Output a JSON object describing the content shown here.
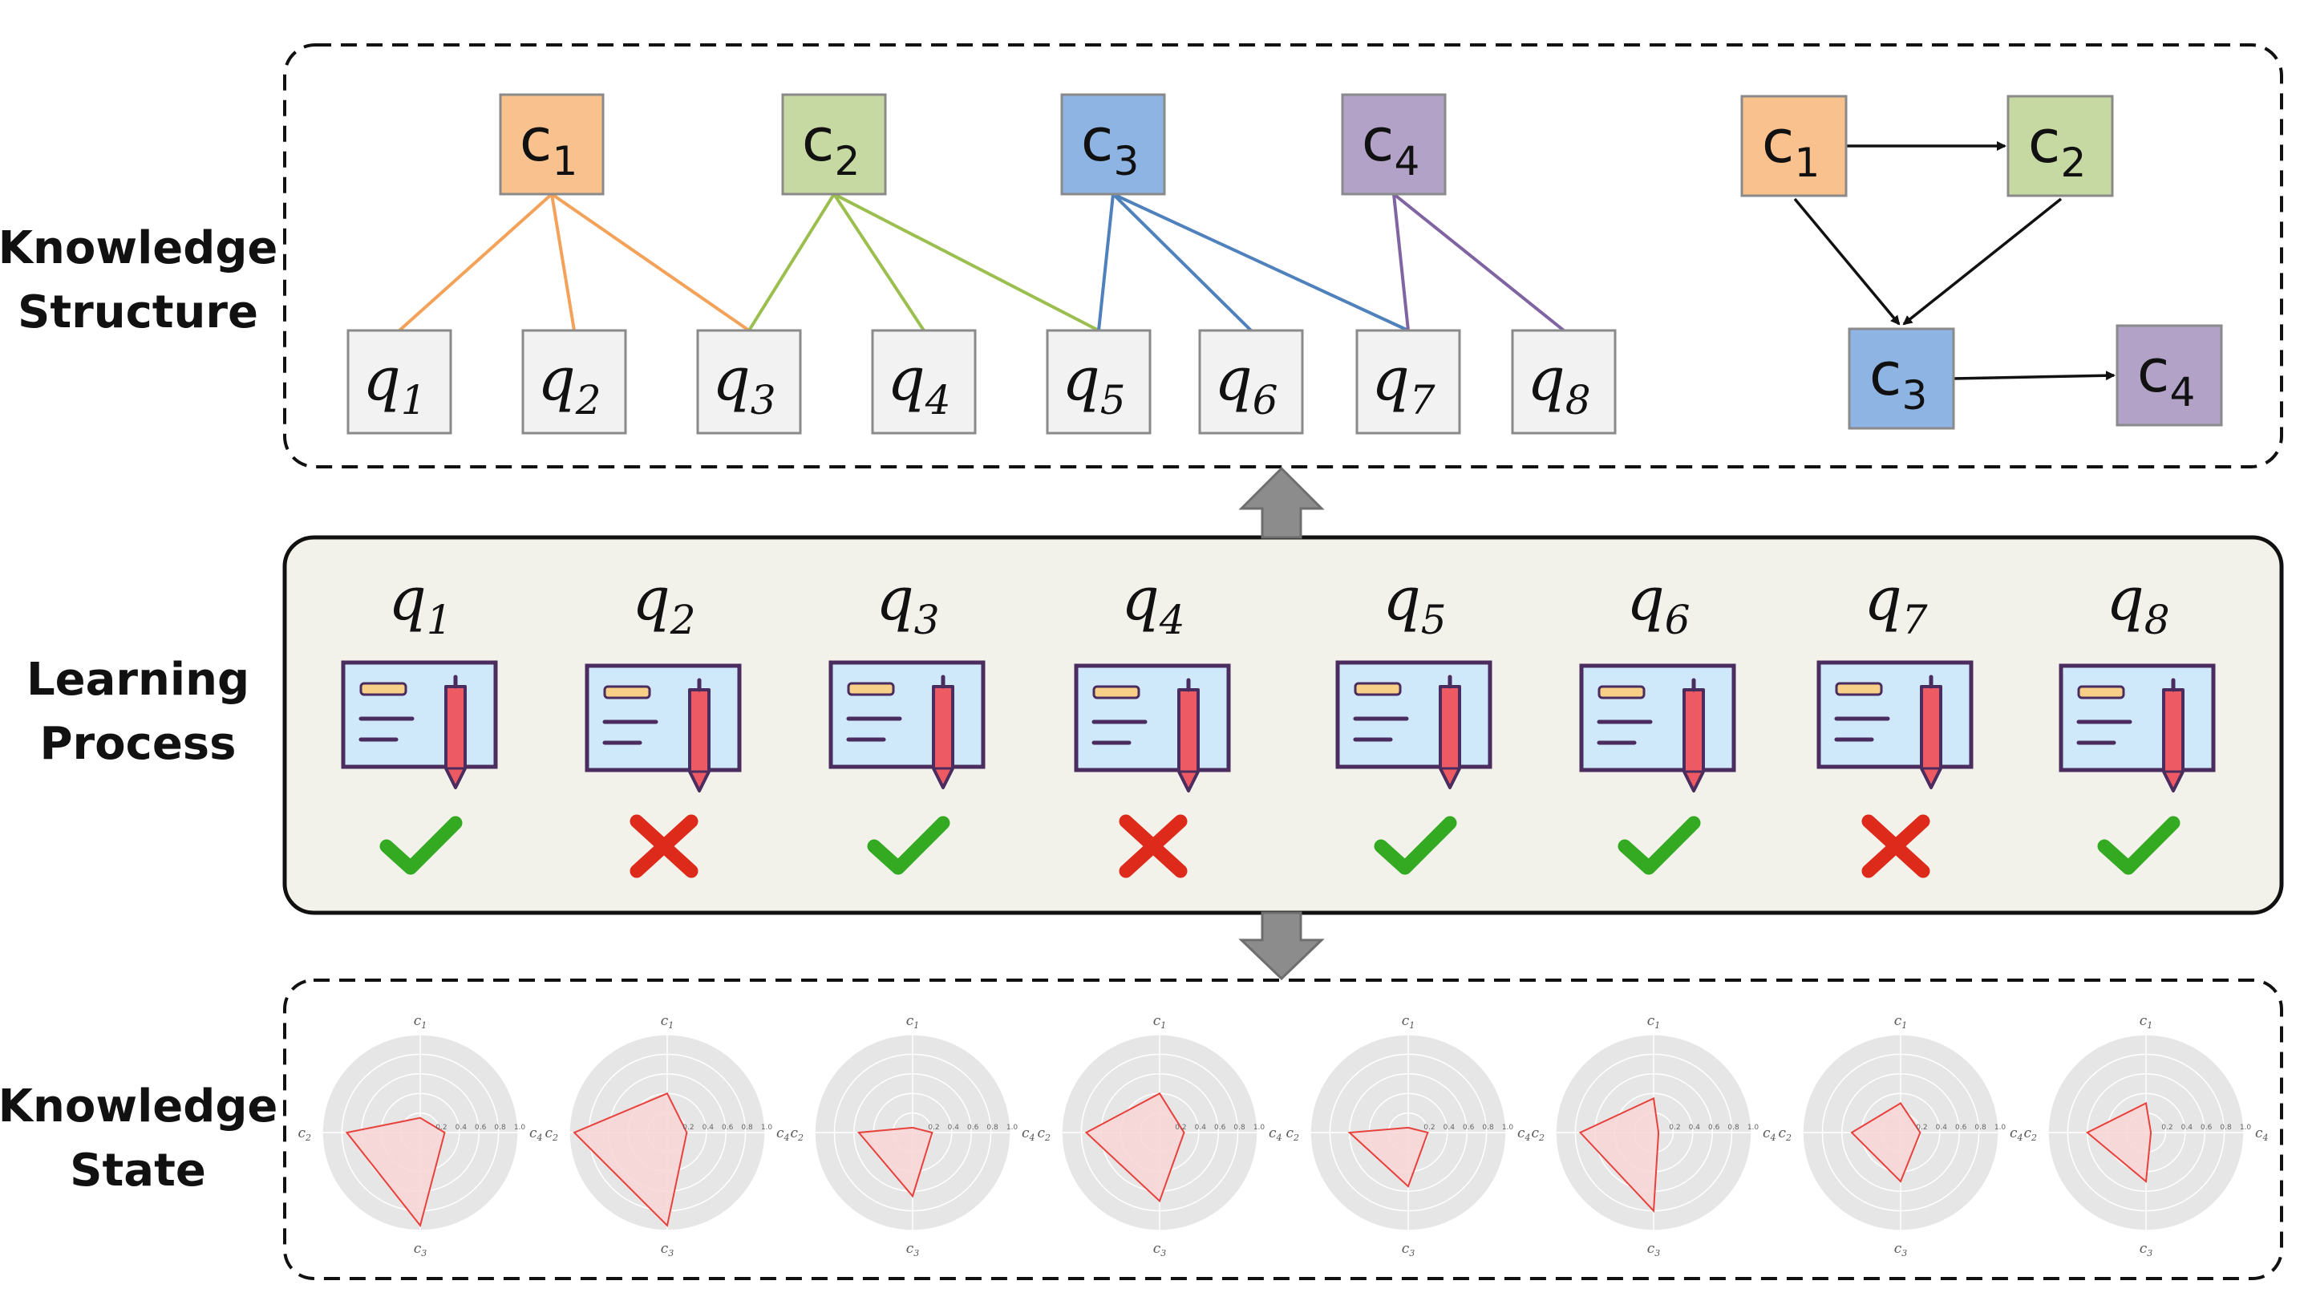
{
  "sections": {
    "knowledge_structure": [
      "Knowledge",
      "Structure"
    ],
    "learning_process": [
      "Learning",
      "Process"
    ],
    "knowledge_state": [
      "Knowledge",
      "State"
    ]
  },
  "concepts": [
    {
      "id": "c1",
      "base": "c",
      "sub": "1",
      "color": "#f8c18e"
    },
    {
      "id": "c2",
      "base": "c",
      "sub": "2",
      "color": "#c6d9a2"
    },
    {
      "id": "c3",
      "base": "c",
      "sub": "3",
      "color": "#8db4e2"
    },
    {
      "id": "c4",
      "base": "c",
      "sub": "4",
      "color": "#b3a2c7"
    }
  ],
  "questions": [
    {
      "id": "q1",
      "base": "q",
      "sub": "1"
    },
    {
      "id": "q2",
      "base": "q",
      "sub": "2"
    },
    {
      "id": "q3",
      "base": "q",
      "sub": "3"
    },
    {
      "id": "q4",
      "base": "q",
      "sub": "4"
    },
    {
      "id": "q5",
      "base": "q",
      "sub": "5"
    },
    {
      "id": "q6",
      "base": "q",
      "sub": "6"
    },
    {
      "id": "q7",
      "base": "q",
      "sub": "7"
    },
    {
      "id": "q8",
      "base": "q",
      "sub": "8"
    }
  ],
  "concept_question_links": [
    {
      "concept": "c1",
      "question": "q1",
      "color": "#f4a259"
    },
    {
      "concept": "c1",
      "question": "q2",
      "color": "#f4a259"
    },
    {
      "concept": "c1",
      "question": "q3",
      "color": "#f4a259"
    },
    {
      "concept": "c2",
      "question": "q3",
      "color": "#9bbf4f"
    },
    {
      "concept": "c2",
      "question": "q4",
      "color": "#9bbf4f"
    },
    {
      "concept": "c2",
      "question": "q5",
      "color": "#9bbf4f"
    },
    {
      "concept": "c3",
      "question": "q5",
      "color": "#4f81bd"
    },
    {
      "concept": "c3",
      "question": "q6",
      "color": "#4f81bd"
    },
    {
      "concept": "c3",
      "question": "q7",
      "color": "#4f81bd"
    },
    {
      "concept": "c4",
      "question": "q7",
      "color": "#8064a2"
    },
    {
      "concept": "c4",
      "question": "q8",
      "color": "#8064a2"
    }
  ],
  "prerequisite_edges": [
    {
      "from": "c1",
      "to": "c2"
    },
    {
      "from": "c1",
      "to": "c3"
    },
    {
      "from": "c2",
      "to": "c3"
    },
    {
      "from": "c3",
      "to": "c4"
    }
  ],
  "responses": [
    {
      "question": "q1",
      "result": "correct"
    },
    {
      "question": "q2",
      "result": "incorrect"
    },
    {
      "question": "q3",
      "result": "correct"
    },
    {
      "question": "q4",
      "result": "incorrect"
    },
    {
      "question": "q5",
      "result": "correct"
    },
    {
      "question": "q6",
      "result": "correct"
    },
    {
      "question": "q7",
      "result": "incorrect"
    },
    {
      "question": "q8",
      "result": "correct"
    }
  ],
  "radar": {
    "axis_labels": [
      {
        "base": "c",
        "sub": "1"
      },
      {
        "base": "c",
        "sub": "4"
      },
      {
        "base": "c",
        "sub": "3"
      },
      {
        "base": "c",
        "sub": "2"
      }
    ],
    "tick_labels": [
      "0.2",
      "0.4",
      "0.6",
      "0.8",
      "1.0"
    ],
    "states": [
      {
        "c1": 0.15,
        "c2": 0.75,
        "c3": 0.95,
        "c4": 0.25
      },
      {
        "c1": 0.4,
        "c2": 0.95,
        "c3": 0.95,
        "c4": 0.2
      },
      {
        "c1": 0.05,
        "c2": 0.55,
        "c3": 0.65,
        "c4": 0.2
      },
      {
        "c1": 0.4,
        "c2": 0.75,
        "c3": 0.7,
        "c4": 0.25
      },
      {
        "c1": 0.05,
        "c2": 0.6,
        "c3": 0.55,
        "c4": 0.2
      },
      {
        "c1": 0.35,
        "c2": 0.75,
        "c3": 0.8,
        "c4": 0.05
      },
      {
        "c1": 0.3,
        "c2": 0.5,
        "c3": 0.5,
        "c4": 0.2
      },
      {
        "c1": 0.3,
        "c2": 0.6,
        "c3": 0.5,
        "c4": 0.05
      }
    ],
    "fill_color": "#f9d5d5",
    "stroke_color": "#e8413c",
    "disc_color": "#e6e6e6"
  },
  "colors": {
    "correct": "#33aa22",
    "incorrect": "#dd2a1b",
    "panel_bg": "#f2f1ea",
    "card_bg": "#cfe8fa",
    "card_stroke": "#4a2d5e",
    "pen": "#ee5a63",
    "question_box_bg": "#f2f2f2",
    "arrow_grey": "#8c8c8c"
  }
}
